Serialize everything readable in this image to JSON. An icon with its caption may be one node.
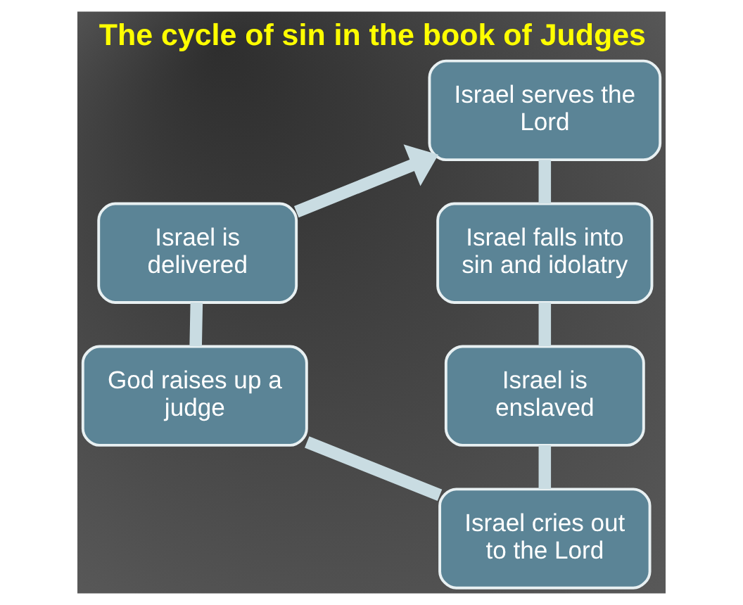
{
  "diagram": {
    "title": "The cycle of sin in the book of Judges",
    "nodes": [
      {
        "text": [
          "Israel serves the Lord"
        ]
      },
      {
        "text": [
          "Israel falls into sin and idolatry"
        ]
      },
      {
        "text": [
          "Israel is enslaved"
        ]
      },
      {
        "text": [
          "Israel cries out to the Lord"
        ]
      },
      {
        "text": [
          "God raises up a judge"
        ]
      },
      {
        "text": [
          "Israel is delivered"
        ]
      }
    ],
    "edges": [
      {
        "from": 0,
        "to": 1,
        "arrow": "none"
      },
      {
        "from": 1,
        "to": 2,
        "arrow": "none"
      },
      {
        "from": 2,
        "to": 3,
        "arrow": "none"
      },
      {
        "from": 3,
        "to": 4,
        "arrow": "none"
      },
      {
        "from": 4,
        "to": 5,
        "arrow": "none"
      },
      {
        "from": 5,
        "to": 0,
        "arrow": "to"
      }
    ]
  }
}
